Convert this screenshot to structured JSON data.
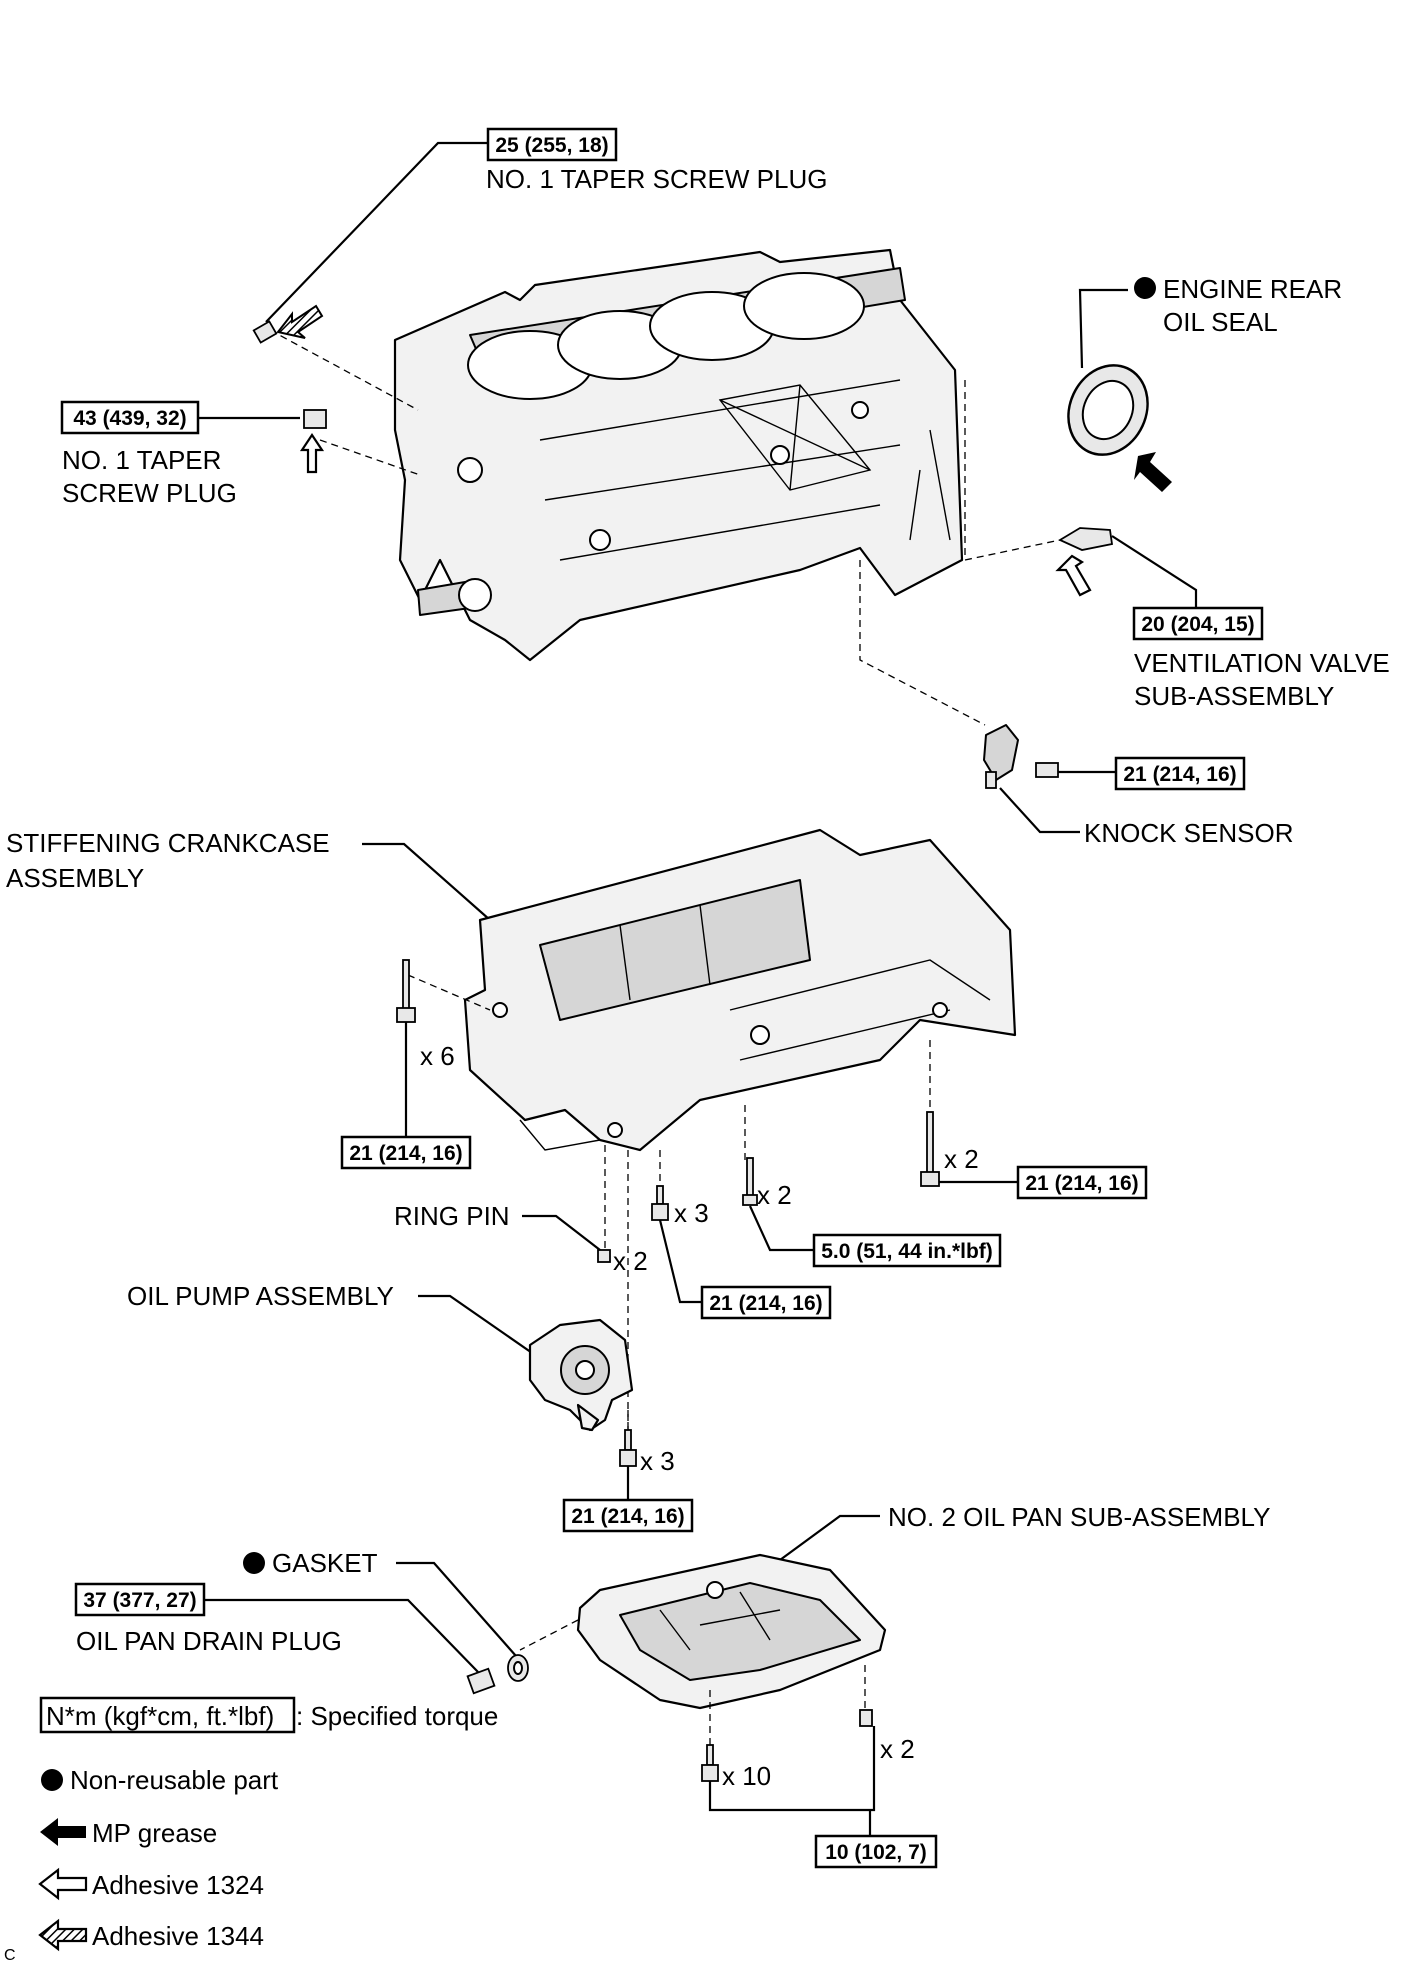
{
  "labels": {
    "taper_plug_top": "NO. 1 TAPER SCREW PLUG",
    "taper_plug_left_1": "NO. 1 TAPER",
    "taper_plug_left_2": "SCREW PLUG",
    "rear_oil_seal_1": "ENGINE REAR",
    "rear_oil_seal_2": "OIL SEAL",
    "ventilation_valve_1": "VENTILATION VALVE",
    "ventilation_valve_2": "SUB-ASSEMBLY",
    "knock_sensor": "KNOCK SENSOR",
    "crankcase_1": "STIFFENING CRANKCASE",
    "crankcase_2": "ASSEMBLY",
    "ring_pin": "RING PIN",
    "oil_pump": "OIL PUMP ASSEMBLY",
    "oil_pan": "NO. 2 OIL PAN SUB-ASSEMBLY",
    "gasket": "GASKET",
    "drain_plug": "OIL PAN DRAIN PLUG"
  },
  "torques": {
    "taper_plug_top": "25 (255, 18)",
    "taper_plug_left": "43 (439, 32)",
    "ventilation_valve": "20 (204, 15)",
    "knock_sensor": "21 (214, 16)",
    "crankcase_x6": "21 (214, 16)",
    "crankcase_right_x2": "21 (214, 16)",
    "crankcase_center_x3": "21 (214, 16)",
    "crankcase_long_x2": "5.0 (51, 44 in.*lbf)",
    "oil_pump_x3": "21 (214, 16)",
    "drain_plug": "37 (377, 27)",
    "oil_pan_bolts": "10 (102, 7)"
  },
  "quantities": {
    "crankcase_bolts": "x 6",
    "crankcase_right_bolts": "x 2",
    "crankcase_center_bolts": "x 3",
    "crankcase_long_bolts": "x 2",
    "ring_pins": "x 2",
    "oil_pump_bolts": "x 3",
    "oil_pan_bolts": "x 10",
    "oil_pan_studs": "x 2"
  },
  "legend": {
    "torque_box": "N*m (kgf*cm, ft.*lbf)",
    "torque_desc": ": Specified torque",
    "non_reusable": "Non-reusable part",
    "mp_grease": "MP grease",
    "adhesive_1324": "Adhesive 1324",
    "adhesive_1344": "Adhesive 1344"
  },
  "figure_code": "C"
}
